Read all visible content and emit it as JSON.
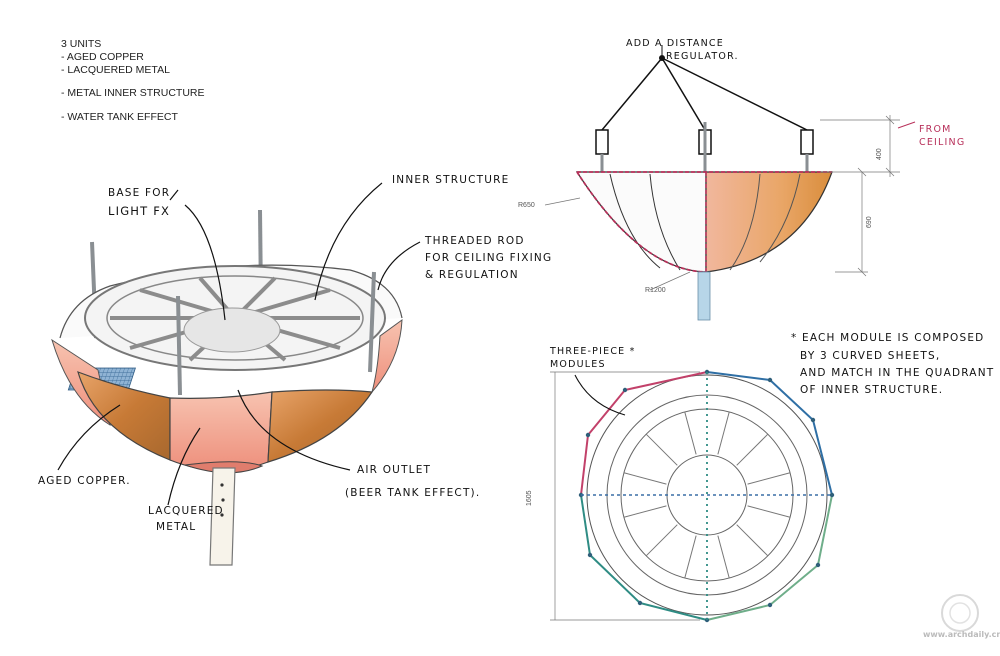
{
  "spec_list": {
    "line1": "3 UNITS",
    "line2": "- AGED COPPER",
    "line3": "- LACQUERED METAL",
    "line4": "- METAL INNER STRUCTURE",
    "line5": "- WATER TANK EFFECT"
  },
  "perspective_labels": {
    "base_light_1": "BASE FOR",
    "base_light_2": "LIGHT FX",
    "inner_structure": "INNER STRUCTURE",
    "threaded_1": "THREADED ROD",
    "threaded_2": "FOR CEILING FIXING",
    "threaded_3": "& REGULATION",
    "aged_copper": "AGED COPPER.",
    "lacquered_1": "LACQUERED",
    "lacquered_2": "METAL",
    "air_1": "AIR OUTLET",
    "air_2": "(BEER TANK EFFECT)."
  },
  "elevation_labels": {
    "regulator_1": "ADD A DISTANCE",
    "regulator_2": "REGULATOR.",
    "from_1": "FROM",
    "from_2": "CEILING",
    "dim_400": "400",
    "dim_r650": "R650",
    "dim_690": "690",
    "dim_r1200": "R1200"
  },
  "plan_labels": {
    "three_piece_1": "THREE-PIECE *",
    "three_piece_2": "MODULES",
    "note_1": "* EACH MODULE IS COMPOSED",
    "note_2": "BY 3 CURVED SHEETS,",
    "note_3": "AND MATCH IN THE QUADRANT",
    "note_4": "OF INNER STRUCTURE.",
    "dim_1605": "1605"
  },
  "watermark": {
    "text": "www.archdaily.cn"
  },
  "colors": {
    "copper": "#c97a3a",
    "lacquer_pink": "#f0a58e",
    "pink_ink": "#b8305a",
    "teal_ink": "#2f8c84",
    "blue_ink": "#2f6fa5",
    "rod_gray": "#8a8f93"
  }
}
